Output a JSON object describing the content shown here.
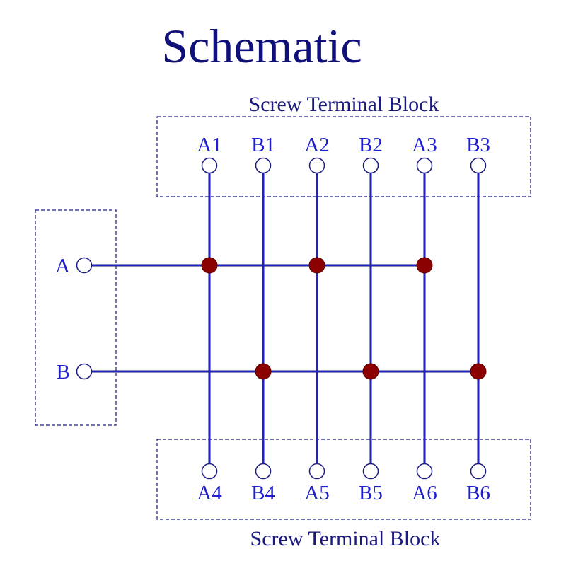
{
  "title": "Schematic",
  "top_block": {
    "label": "Screw Terminal  Block",
    "pins": [
      "A1",
      "B1",
      "A2",
      "B2",
      "A3",
      "B3"
    ]
  },
  "bottom_block": {
    "label": "Screw Terminal  Block",
    "pins": [
      "A4",
      "B4",
      "A5",
      "B5",
      "A6",
      "B6"
    ]
  },
  "left_block": {
    "pins": [
      "A",
      "B"
    ]
  },
  "colors": {
    "wire": "#1a1a80",
    "junction": "#8b0000",
    "title": "#10107a",
    "pin_label": "#1f1fd0"
  },
  "connections": {
    "A": [
      "A1",
      "A2",
      "A3",
      "A4",
      "A5",
      "A6"
    ],
    "B": [
      "B1",
      "B2",
      "B3",
      "B4",
      "B5",
      "B6"
    ]
  }
}
